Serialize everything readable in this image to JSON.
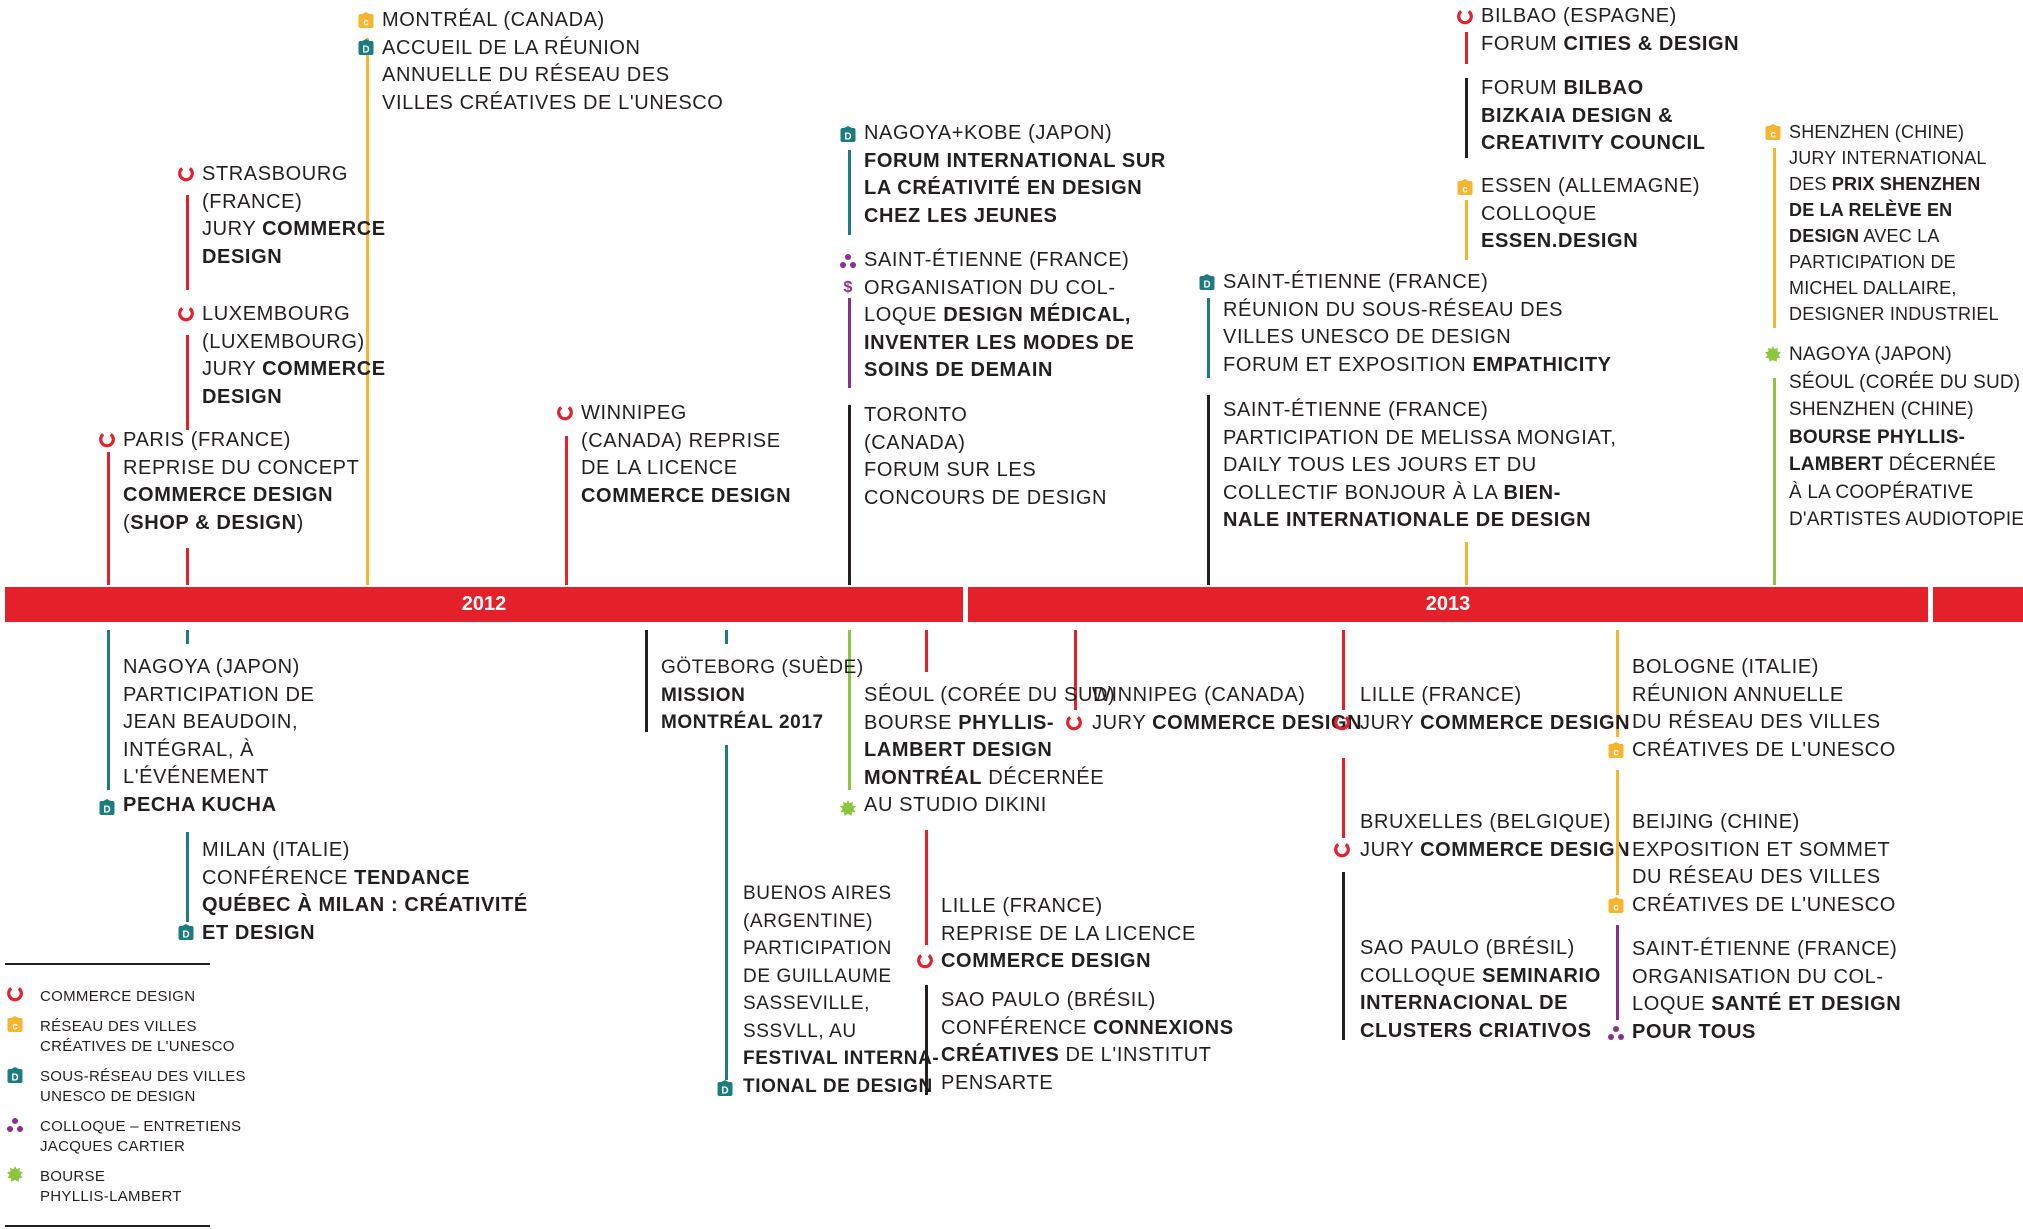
{
  "colors": {
    "commerce": "#e4202a",
    "reseau": "#f5b52e",
    "sous_reseau": "#1d7c80",
    "colloque": "#8b2f8e",
    "bourse": "#8cc63f",
    "black": "#231f20"
  },
  "timeline": {
    "year_2012": "2012",
    "year_2013": "2013"
  },
  "legend": {
    "commerce": "COMMERCE DESIGN",
    "reseau_1": "RÉSEAU DES VILLES",
    "reseau_2": "CRÉATIVES DE L'UNESCO",
    "sous_1": "SOUS-RÉSEAU DES VILLES",
    "sous_2": "UNESCO DE DESIGN",
    "colloque_1": "COLLOQUE – ENTRETIENS",
    "colloque_2": "JACQUES CARTIER",
    "bourse_1": "BOURSE",
    "bourse_2": "PHYLLIS-LAMBERT"
  },
  "icons": {
    "commerce": "commerce-design-icon",
    "reseau": "reseau-villes-creatives-icon",
    "sous_reseau": "sous-reseau-design-icon",
    "colloque": "colloque-icon",
    "bourse": "bourse-icon",
    "dollar": "dollar-icon"
  },
  "top": {
    "montreal": {
      "l1": "MONTRÉAL (CANADA)",
      "l2": "ACCUEIL DE LA RÉUNION",
      "l3": "ANNUELLE DU RÉSEAU DES",
      "l4": "VILLES CRÉATIVES DE L'UNESCO"
    },
    "strasbourg": {
      "l1": "STRASBOURG",
      "l2": "(FRANCE)",
      "l3a": "JURY ",
      "l3b": "COMMERCE",
      "l4": "DESIGN"
    },
    "luxembourg": {
      "l1": "LUXEMBOURG",
      "l2": "(LUXEMBOURG)",
      "l3a": "JURY ",
      "l3b": "COMMERCE",
      "l4": "DESIGN"
    },
    "paris": {
      "l1": "PARIS (FRANCE)",
      "l2": "REPRISE DU CONCEPT",
      "l3": "COMMERCE DESIGN",
      "l4a": "(",
      "l4b": "SHOP & DESIGN",
      "l4c": ")"
    },
    "winnipeg": {
      "l1": "WINNIPEG",
      "l2": "(CANADA) REPRISE",
      "l3": "DE LA LICENCE",
      "l4": "COMMERCE DESIGN"
    },
    "nagoya_kobe": {
      "l1": "NAGOYA+KOBE (JAPON)",
      "l2": "FORUM INTERNATIONAL SUR",
      "l3": "LA CRÉATIVITÉ EN DESIGN",
      "l4": "CHEZ LES JEUNES"
    },
    "st_etienne_1": {
      "l1": "SAINT-ÉTIENNE (FRANCE)",
      "l2": "ORGANISATION DU COL-",
      "l3a": "LOQUE ",
      "l3b": "DESIGN MÉDICAL,",
      "l4": "INVENTER LES MODES DE",
      "l5": "SOINS DE DEMAIN"
    },
    "toronto": {
      "l1": "TORONTO",
      "l2": "(CANADA)",
      "l3": "FORUM SUR LES",
      "l4": "CONCOURS DE DESIGN"
    },
    "st_etienne_2": {
      "l1": "SAINT-ÉTIENNE (FRANCE)",
      "l2": "RÉUNION DU SOUS-RÉSEAU DES",
      "l3": "VILLES UNESCO DE DESIGN",
      "l4a": "FORUM ET EXPOSITION ",
      "l4b": "EMPATHICITY"
    },
    "st_etienne_3": {
      "l1": "SAINT-ÉTIENNE (FRANCE)",
      "l2": "PARTICIPATION DE MELISSA MONGIAT,",
      "l3": "DAILY TOUS LES JOURS ET DU",
      "l4a": "COLLECTIF BONJOUR À LA ",
      "l4b": "BIEN-",
      "l5": "NALE INTERNATIONALE DE DESIGN"
    },
    "bilbao": {
      "l1": "BILBAO (ESPAGNE)",
      "l2a": "FORUM ",
      "l2b": "CITIES & DESIGN"
    },
    "bilbao_forum": {
      "l1a": "FORUM ",
      "l1b": "BILBAO",
      "l2": "BIZKAIA DESIGN &",
      "l3": "CREATIVITY COUNCIL"
    },
    "essen": {
      "l1": "ESSEN (ALLEMAGNE)",
      "l2": "COLLOQUE",
      "l3": "ESSEN.DESIGN"
    },
    "shenzhen": {
      "l1": "SHENZHEN (CHINE)",
      "l2": "JURY INTERNATIONAL",
      "l3a": "DES ",
      "l3b": "PRIX SHENZHEN",
      "l4": "DE LA RELÈVE EN",
      "l5a": "DESIGN",
      "l5b": " AVEC LA",
      "l6": "PARTICIPATION DE",
      "l7": "MICHEL DALLAIRE,",
      "l8": "DESIGNER INDUSTRIEL"
    },
    "nagoya_bourse": {
      "l1": "NAGOYA (JAPON)",
      "l2": "SÉOUL (CORÉE DU SUD)",
      "l3": "SHENZHEN (CHINE)",
      "l4": "BOURSE PHYLLIS-",
      "l5a": "LAMBERT",
      "l5b": " DÉCERNÉE",
      "l6": "À LA COOPÉRATIVE",
      "l7": "D'ARTISTES AUDIOTOPIE"
    }
  },
  "bottom": {
    "nagoya": {
      "l1": "NAGOYA (JAPON)",
      "l2": "PARTICIPATION DE",
      "l3": "JEAN BEAUDOIN,",
      "l4": "INTÉGRAL, À",
      "l5": "L'ÉVÉNEMENT",
      "l6": "PECHA KUCHA"
    },
    "milan": {
      "l1": "MILAN (ITALIE)",
      "l2a": "CONFÉRENCE ",
      "l2b": "TENDANCE",
      "l3": "QUÉBEC À MILAN : CRÉATIVITÉ",
      "l4": "ET DESIGN"
    },
    "goteborg": {
      "l1": "GÖTEBORG (SUÈDE)",
      "l2": "MISSION",
      "l3": "MONTRÉAL 2017"
    },
    "buenos_aires": {
      "l1": "BUENOS AIRES",
      "l2": "(ARGENTINE)",
      "l3": "PARTICIPATION",
      "l4": "DE GUILLAUME",
      "l5": "SASSEVILLE,",
      "l6": "SSSVLL, AU",
      "l7": "FESTIVAL INTERNA-",
      "l8": "TIONAL DE DESIGN"
    },
    "seoul": {
      "l1": "SÉOUL (CORÉE DU SUD)",
      "l2a": "BOURSE ",
      "l2b": "PHYLLIS-",
      "l3": "LAMBERT DESIGN",
      "l4a": "MONTRÉAL",
      "l4b": " DÉCERNÉE",
      "l5": "AU STUDIO DIKINI"
    },
    "lille_1": {
      "l1": "LILLE (FRANCE)",
      "l2": "REPRISE DE LA LICENCE",
      "l3": "COMMERCE DESIGN"
    },
    "sao_paulo_1": {
      "l1": "SAO PAULO (BRÉSIL)",
      "l2a": "CONFÉRENCE ",
      "l2b": "CONNEXIONS",
      "l3a": "CRÉATIVES",
      "l3b": " DE L'INSTITUT",
      "l4": "PENSARTE"
    },
    "winnipeg": {
      "l1": "WINNIPEG (CANADA)",
      "l2a": "JURY ",
      "l2b": "COMMERCE DESIGN"
    },
    "lille_2": {
      "l1": "LILLE (FRANCE)",
      "l2a": "JURY ",
      "l2b": "COMMERCE DESIGN"
    },
    "bruxelles": {
      "l1": "BRUXELLES (BELGIQUE)",
      "l2a": "JURY ",
      "l2b": "COMMERCE DESIGN"
    },
    "sao_paulo_2": {
      "l1": "SAO PAULO (BRÉSIL)",
      "l2a": "COLLOQUE ",
      "l2b": "SEMINARIO",
      "l3": "INTERNACIONAL DE",
      "l4": "CLUSTERS CRIATIVOS"
    },
    "bologne": {
      "l1": "BOLOGNE (ITALIE)",
      "l2": "RÉUNION ANNUELLE",
      "l3": "DU RÉSEAU DES VILLES",
      "l4": "CRÉATIVES DE L'UNESCO"
    },
    "beijing": {
      "l1": "BEIJING (CHINE)",
      "l2": "EXPOSITION ET SOMMET",
      "l3": "DU RÉSEAU DES VILLES",
      "l4": "CRÉATIVES DE L'UNESCO"
    },
    "st_etienne_4": {
      "l1": "SAINT-ÉTIENNE (FRANCE)",
      "l2": "ORGANISATION DU COL-",
      "l3a": "LOQUE ",
      "l3b": "SANTÉ ET DESIGN",
      "l4": "POUR TOUS"
    }
  }
}
